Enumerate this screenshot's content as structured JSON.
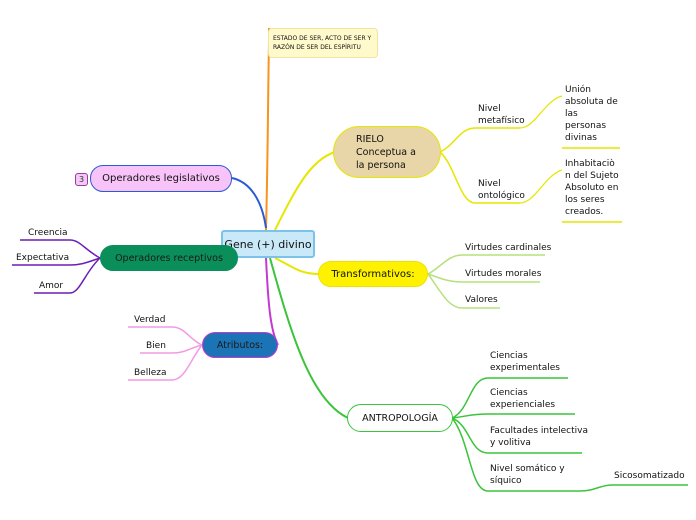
{
  "central": {
    "label": "Gene (+) divino"
  },
  "top_note": {
    "text": "ESTADO DE SER, ACTO DE SER Y RAZÓN DE SER DEL ESPÍRITU"
  },
  "rielo": {
    "label": "RIELO\nConceptua a la persona",
    "children": [
      {
        "label": "Nivel\nmetafísico",
        "detail": "Unión\nabsoluta de\nlas\npersonas\ndivinas"
      },
      {
        "label": "Nivel\nontológico",
        "detail": "Inhabitaciò\nn del Sujeto\nAbsoluto en\nlos seres\ncreados."
      }
    ]
  },
  "transformativos": {
    "label": "Transformativos:",
    "children": [
      "Virtudes cardinales",
      "Virtudes morales",
      "Valores"
    ]
  },
  "antropologia": {
    "label": "ANTROPOLOGÍA",
    "children": [
      {
        "label": "Ciencias\nexperimentales"
      },
      {
        "label": "Ciencias\nexperienciales"
      },
      {
        "label": "Facultades intelectiva\ny volitiva"
      },
      {
        "label": "Nivel somático y\nsíquico",
        "detail": "Sicosomatizado"
      }
    ]
  },
  "legislativos": {
    "label": "Operadores legislativos",
    "badge": "3"
  },
  "receptivos": {
    "label": "Operadores receptivos",
    "children": [
      "Creencia",
      "Expectativa",
      "Amor"
    ]
  },
  "atributos": {
    "label": "Atributos:",
    "children": [
      "Verdad",
      "Bien",
      "Belleza"
    ]
  },
  "colors": {
    "top": "#f7941d",
    "rielo": "#e6e600",
    "rielo_fill": "#e8d5a8",
    "transform": "#f0e000",
    "transform_fill": "#fff200",
    "antro": "#3bc43b",
    "legis": "#2a5ad6",
    "legis_fill": "#f8c3f8",
    "recep": "#0a8f5a",
    "recep_line": "#6a1fb5",
    "atrib": "#c43ad1",
    "atrib_fill": "#1a74b5"
  }
}
